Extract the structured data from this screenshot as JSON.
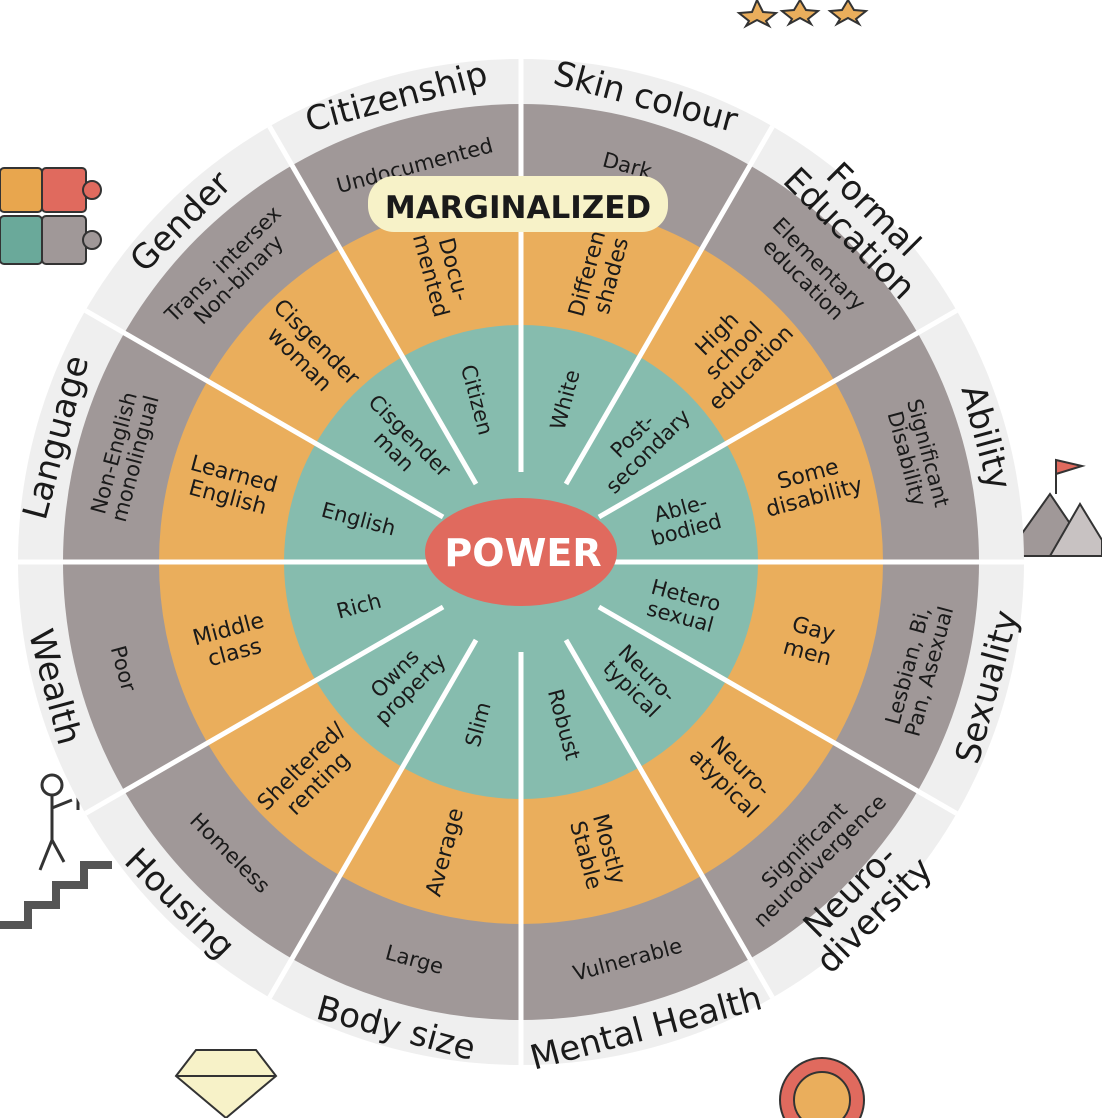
{
  "center_label": "POWER",
  "marginalized_label": "MARGINALIZED",
  "colors": {
    "outer_ring": "#efefef",
    "marginalized_ring": "#a09898",
    "middle_ring": "#eaae5c",
    "power_ring": "#86bcae",
    "center": "#e06a5e",
    "divider": "#ffffff"
  },
  "icons": [
    "puzzle-icon",
    "stars-icon",
    "mountain-flag-icon",
    "climber-stairs-icon",
    "diamond-icon",
    "badge-icon"
  ],
  "segments": [
    {
      "category": [
        "Skin colour"
      ],
      "marginalized": [
        "Dark"
      ],
      "middle": [
        "Different",
        "shades"
      ],
      "power": [
        "White"
      ]
    },
    {
      "category": [
        "Formal",
        "Education"
      ],
      "marginalized": [
        "Elementary",
        "education"
      ],
      "middle": [
        "High",
        "school",
        "education"
      ],
      "power": [
        "Post-",
        "secondary"
      ]
    },
    {
      "category": [
        "Ability"
      ],
      "marginalized": [
        "Significant",
        "Disability"
      ],
      "middle": [
        "Some",
        "disability"
      ],
      "power": [
        "Able-",
        "bodied"
      ]
    },
    {
      "category": [
        "Sexuality"
      ],
      "marginalized": [
        "Lesbian, Bi,",
        "Pan, Asexual"
      ],
      "middle": [
        "Gay",
        "men"
      ],
      "power": [
        "Hetero",
        "sexual"
      ]
    },
    {
      "category": [
        "Neuro-",
        "diversity"
      ],
      "marginalized": [
        "Significant",
        "neurodivergence"
      ],
      "middle": [
        "Neuro-",
        "atypical"
      ],
      "power": [
        "Neuro-",
        "typical"
      ]
    },
    {
      "category": [
        "Mental Health"
      ],
      "marginalized": [
        "Vulnerable"
      ],
      "middle": [
        "Mostly",
        "Stable"
      ],
      "power": [
        "Robust"
      ]
    },
    {
      "category": [
        "Body size"
      ],
      "marginalized": [
        "Large"
      ],
      "middle": [
        "Average"
      ],
      "power": [
        "Slim"
      ]
    },
    {
      "category": [
        "Housing"
      ],
      "marginalized": [
        "Homeless"
      ],
      "middle": [
        "Sheltered/",
        "renting"
      ],
      "power": [
        "Owns",
        "property"
      ]
    },
    {
      "category": [
        "Wealth"
      ],
      "marginalized": [
        "Poor"
      ],
      "middle": [
        "Middle",
        "class"
      ],
      "power": [
        "Rich"
      ]
    },
    {
      "category": [
        "Language"
      ],
      "marginalized": [
        "Non-English",
        "monolingual"
      ],
      "middle": [
        "Learned",
        "English"
      ],
      "power": [
        "English"
      ]
    },
    {
      "category": [
        "Gender"
      ],
      "marginalized": [
        "Trans, intersex",
        "Non-binary"
      ],
      "middle": [
        "Cisgender",
        "woman"
      ],
      "power": [
        "Cisgender",
        "man"
      ]
    },
    {
      "category": [
        "Citizenship"
      ],
      "marginalized": [
        "Undocumented"
      ],
      "middle": [
        "Docu-",
        "mented"
      ],
      "power": [
        "Citizen"
      ]
    }
  ]
}
